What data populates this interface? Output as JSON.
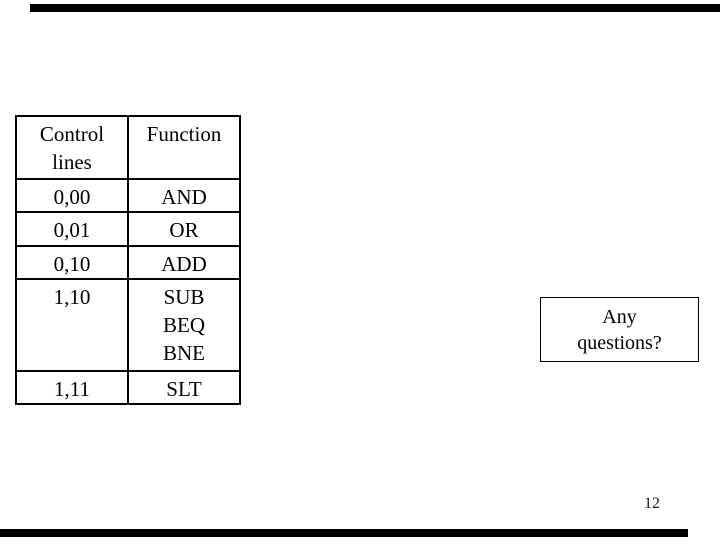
{
  "slide": {
    "table": {
      "headers": {
        "control_lines": "Control\nlines",
        "function": "Function"
      },
      "rows": [
        {
          "control": "0,00",
          "function": "AND"
        },
        {
          "control": "0,01",
          "function": "OR"
        },
        {
          "control": "0,10",
          "function": "ADD"
        },
        {
          "control": "1,10",
          "function": "SUB\nBEQ\nBNE"
        },
        {
          "control": "1,11",
          "function": "SLT"
        }
      ]
    },
    "question_box": {
      "text": "Any\nquestions?"
    },
    "page_number": "12",
    "colors": {
      "background": "#ffffff",
      "text": "#000000",
      "table_border": "#000000",
      "edge_bar": "#000000"
    }
  }
}
